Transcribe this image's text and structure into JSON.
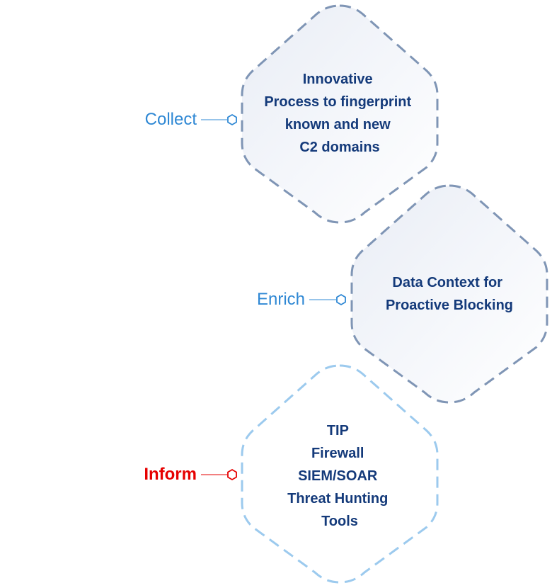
{
  "colors": {
    "hex_text": "#143a7a",
    "step_label_default": "#2f88d4",
    "step_label_active": "#e60000",
    "hex_border_dark": "#7f95b5",
    "hex_border_light": "#9ccaee",
    "connector": "#2f88d4",
    "connector_active": "#e60000"
  },
  "steps": [
    {
      "label": "Collect",
      "active": false,
      "lines": [
        "Innovative",
        "Process to fingerprint",
        "known and new",
        "C2 domains"
      ]
    },
    {
      "label": "Enrich",
      "active": false,
      "lines": [
        "Data Context for",
        "Proactive Blocking"
      ]
    },
    {
      "label": "Inform",
      "active": true,
      "lines": [
        "TIP",
        "Firewall",
        "SIEM/SOAR",
        "Threat Hunting",
        "Tools"
      ]
    }
  ]
}
